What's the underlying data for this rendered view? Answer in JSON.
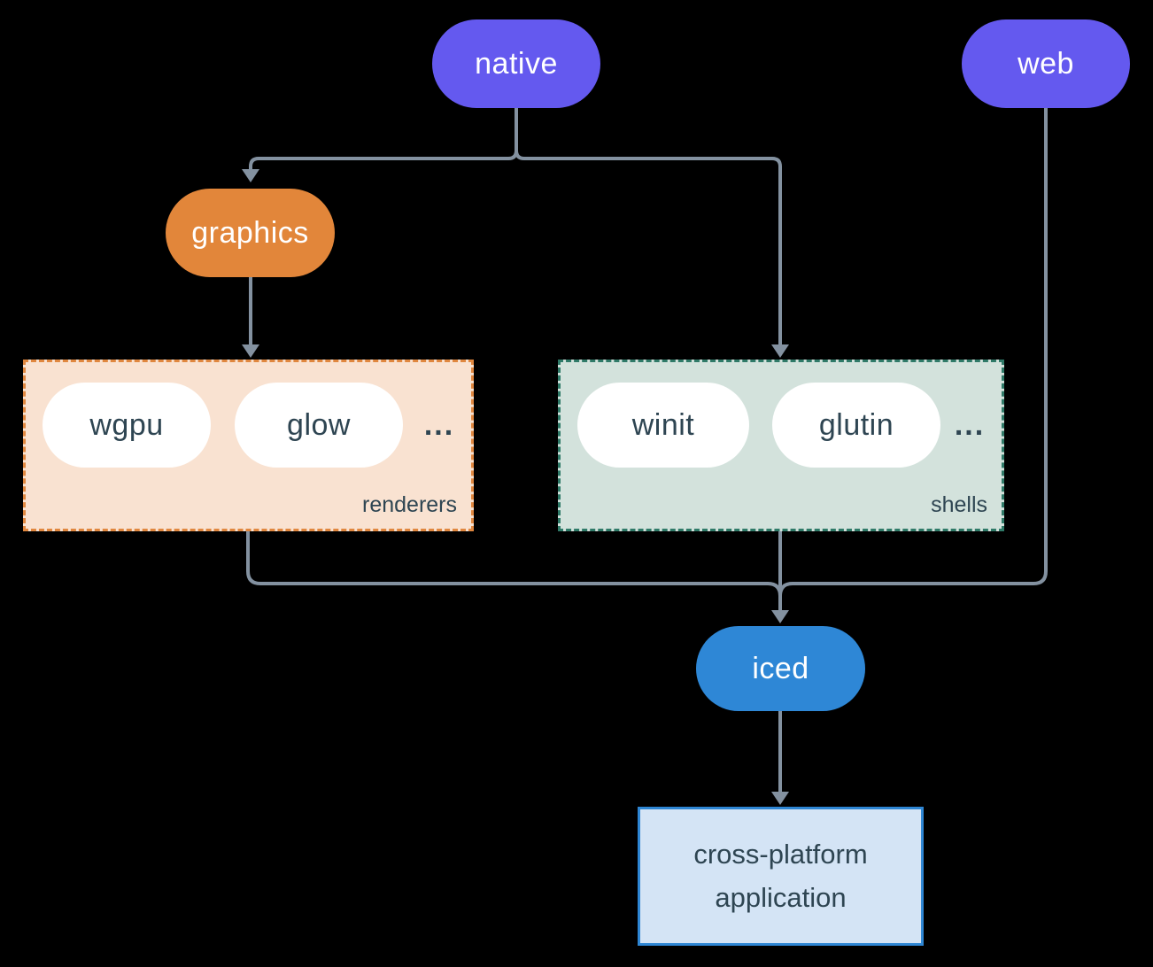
{
  "colors": {
    "bg": "#000000",
    "line": "#8391a0",
    "purple": "#6459ef",
    "orange": "#e2863a",
    "blue": "#2e87d6",
    "peach-fill": "#f9e2d1",
    "orange-dash": "#e0873f",
    "mint-fill": "#d3e2dc",
    "teal-dash": "#2f7a68",
    "app-fill": "#d4e4f5",
    "app-border": "#2e86d4",
    "ink": "#2e4552",
    "white": "#ffffff"
  },
  "nodes": {
    "native": {
      "label": "native"
    },
    "web": {
      "label": "web"
    },
    "graphics": {
      "label": "graphics"
    },
    "iced": {
      "label": "iced"
    },
    "application": {
      "label": "cross-platform application"
    }
  },
  "groups": {
    "renderers": {
      "label": "renderers",
      "items": [
        "wgpu",
        "glow"
      ],
      "ellipsis": "..."
    },
    "shells": {
      "label": "shells",
      "items": [
        "winit",
        "glutin"
      ],
      "ellipsis": "..."
    }
  }
}
